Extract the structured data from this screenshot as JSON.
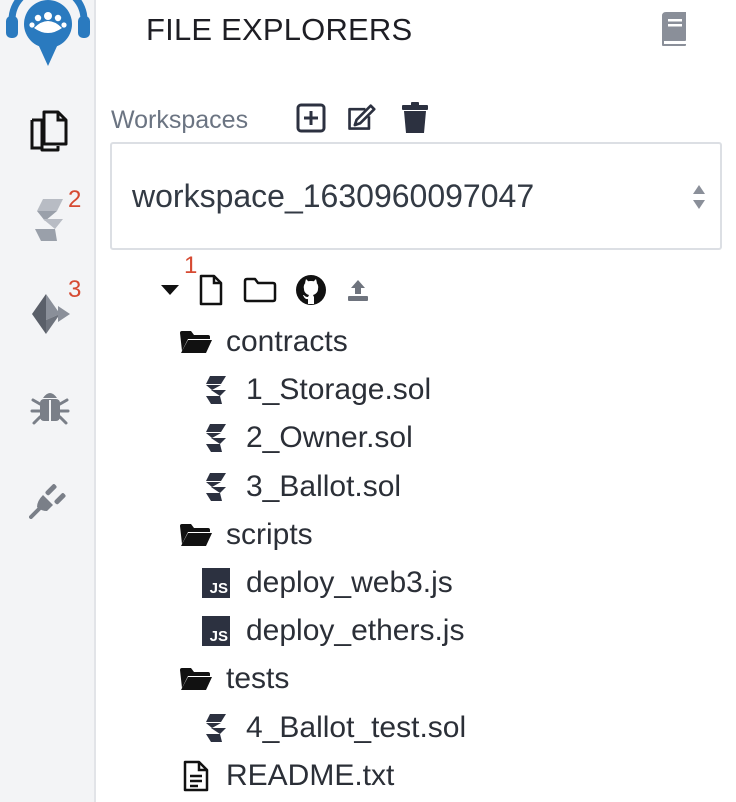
{
  "panel_title": "FILE EXPLORERS",
  "badges": {
    "compiler": "2",
    "deploy": "3",
    "explorer_new_file": "1"
  },
  "workspaces": {
    "label": "Workspaces",
    "selected": "workspace_1630960097047"
  },
  "tree": [
    {
      "type": "folder",
      "label": "contracts",
      "depth": 0
    },
    {
      "type": "sol",
      "label": "1_Storage.sol",
      "depth": 1
    },
    {
      "type": "sol",
      "label": "2_Owner.sol",
      "depth": 1
    },
    {
      "type": "sol",
      "label": "3_Ballot.sol",
      "depth": 1
    },
    {
      "type": "folder",
      "label": "scripts",
      "depth": 0
    },
    {
      "type": "js",
      "label": "deploy_web3.js",
      "depth": 1
    },
    {
      "type": "js",
      "label": "deploy_ethers.js",
      "depth": 1
    },
    {
      "type": "folder",
      "label": "tests",
      "depth": 0
    },
    {
      "type": "sol",
      "label": "4_Ballot_test.sol",
      "depth": 1
    },
    {
      "type": "txt",
      "label": "README.txt",
      "depth": 0
    }
  ],
  "js_icon_text": "JS",
  "icons": {
    "logo": "remix-logo-icon",
    "file_explorer": "files-icon",
    "compiler": "solidity-compiler-icon",
    "deploy": "ethereum-deploy-icon",
    "debugger": "bug-icon",
    "plugin": "plug-icon",
    "docs": "book-icon"
  },
  "colors": {
    "accent": "#2a7abf",
    "badge": "#d64a32",
    "icon_dark": "#2c3140",
    "icon_muted": "#8a8f99"
  }
}
